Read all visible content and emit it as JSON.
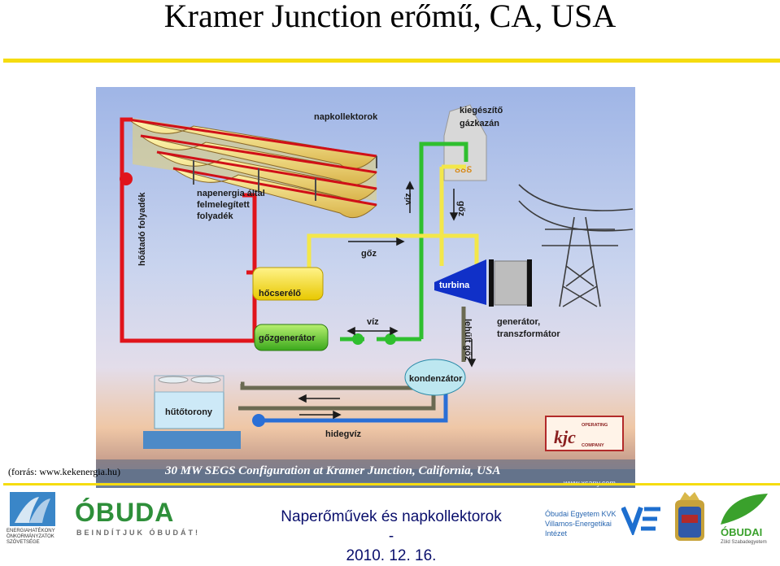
{
  "slide": {
    "title": "Kramer Junction erőmű, CA, USA",
    "source": "(forrás: www.kekenergia.hu)"
  },
  "diagram": {
    "labels": {
      "napkollektorok": "napkollektorok",
      "kiegeszito": "kiegészítő",
      "gazkazan": "gázkazán",
      "napenergia1": "napenergia által",
      "napenergia2": "felmelegített",
      "napenergia3": "folyadék",
      "hoatado": "hőátadó folyadék",
      "viz_vertical": "víz",
      "goz_vertical": "gőz",
      "goz_top": "gőz",
      "turbina": "turbina",
      "hocserelo": "hőcserélő",
      "viz_mid": "víz",
      "gozgenerator": "gőzgenerátor",
      "generator1": "generátor,",
      "generator2": "transzformátor",
      "lehult_goz": "lehűlt gőz",
      "kondenzator": "kondenzátor",
      "hutotorony": "hűtőtorony",
      "hidegviz": "hidegvíz",
      "banner": "30 MW SEGS Configuration at Kramer Junction, California, USA",
      "credit": "www.xsany.com",
      "logo_main": "kjc",
      "logo_top": "OPERATING",
      "logo_bottom": "COMPANY"
    },
    "colors": {
      "hot_loop": "#e0141b",
      "steam": "#f3e74a",
      "water": "#2fbf2f",
      "exhaust": "#6b6a52",
      "cold": "#2a6fd6",
      "turbine": "#1030c8"
    }
  },
  "footer": {
    "title_line1": "Naperőművek és napkollektorok -",
    "title_line2": "2010. 12. 16.",
    "buda_logo": "ÓBUDA",
    "buda_tagline": "BEINDÍTJUK ÓBUDÁT!",
    "energia_line1": "ENERGIAHATÉKONY",
    "energia_line2": "ÖNKORMÁNYZATOK",
    "energia_line3": "SZÖVETSÉGE",
    "uni_line1": "Óbudai Egyetem KVK",
    "uni_line2": "Villamos-Energetikai",
    "uni_line3": "Intézet",
    "ve_logo": "VE",
    "obudai_logo": "ÓBUDAI",
    "obudai_sub": "Zöld Szabadegyetem"
  }
}
